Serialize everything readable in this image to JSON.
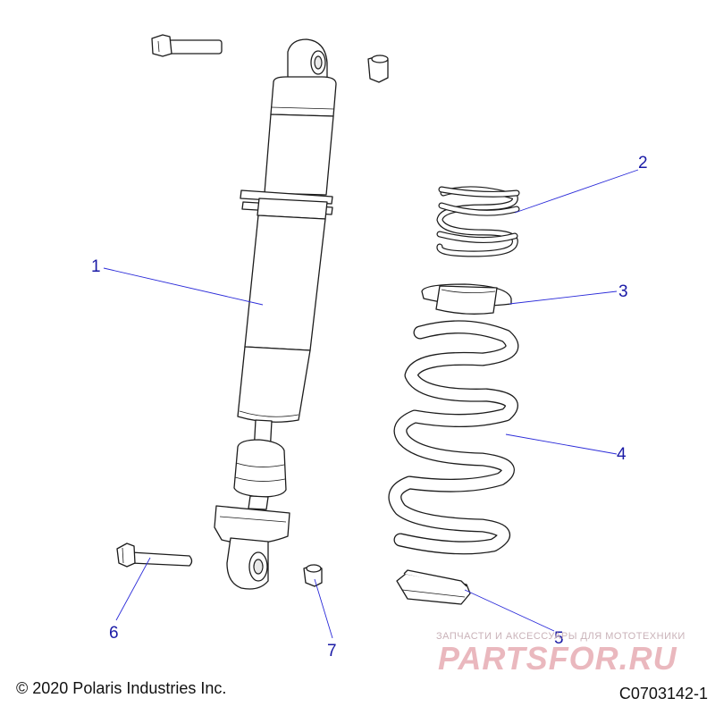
{
  "diagram": {
    "callouts": [
      {
        "id": "c1",
        "label": "1",
        "part": "shock-absorber"
      },
      {
        "id": "c2",
        "label": "2",
        "part": "secondary-spring"
      },
      {
        "id": "c3",
        "label": "3",
        "part": "spring-adapter"
      },
      {
        "id": "c4",
        "label": "4",
        "part": "main-spring"
      },
      {
        "id": "c5",
        "label": "5",
        "part": "spring-retainer"
      },
      {
        "id": "c6",
        "label": "6",
        "part": "bolt"
      },
      {
        "id": "c7",
        "label": "7",
        "part": "bushing"
      }
    ]
  },
  "footer": {
    "copyright": "© 2020 Polaris Industries Inc.",
    "drawing_id": "C0703142-1"
  },
  "watermark": {
    "tagline": "ЗАПЧАСТИ И АКСЕССУАРЫ ДЛЯ МОТОТЕХНИКИ",
    "logo_text": "PARTSFOR.RU"
  },
  "colors": {
    "callout_text": "#1a1aa6",
    "leader_line": "#2b2bd9",
    "line_art": "#1c1c1c",
    "watermark": "#eab8be"
  }
}
